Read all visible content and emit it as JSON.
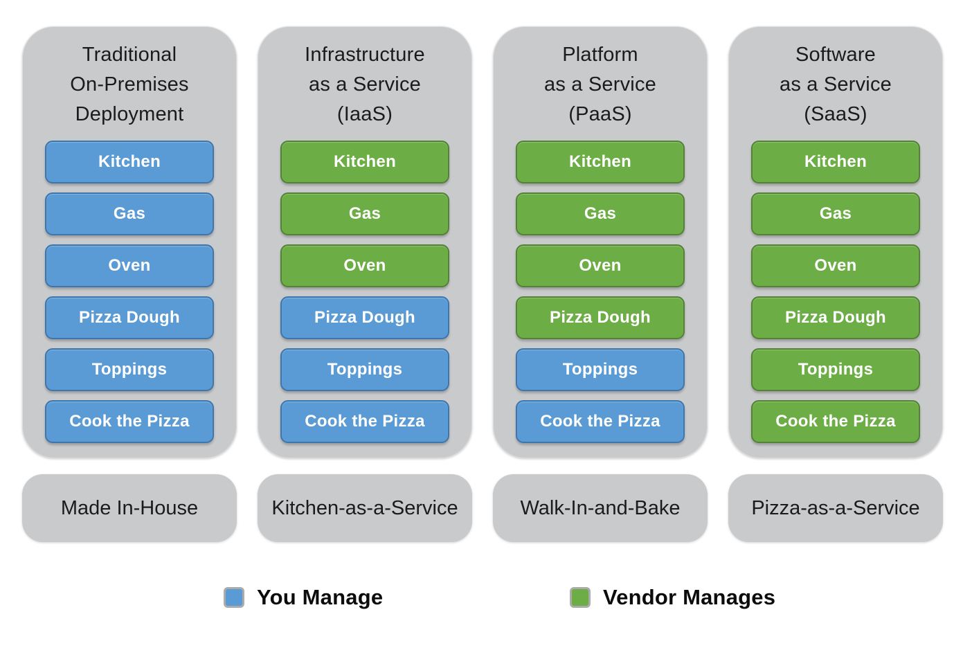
{
  "colors": {
    "you_manage_fill": "#5B9BD5",
    "you_manage_border": "#3D76AD",
    "vendor_fill": "#6CAE45",
    "vendor_border": "#538135",
    "panel_gray": "#C9CACC",
    "ink": "#1B1B1B",
    "item_text": "#FFFFFF"
  },
  "columns": [
    {
      "title": "Traditional\nOn-Premises\nDeployment",
      "footer": "Made In-House",
      "items": [
        {
          "label": "Kitchen",
          "owner": "you"
        },
        {
          "label": "Gas",
          "owner": "you"
        },
        {
          "label": "Oven",
          "owner": "you"
        },
        {
          "label": "Pizza Dough",
          "owner": "you"
        },
        {
          "label": "Toppings",
          "owner": "you"
        },
        {
          "label": "Cook the Pizza",
          "owner": "you"
        }
      ]
    },
    {
      "title": "Infrastructure\nas a Service\n(IaaS)",
      "footer": "Kitchen-as-a-Service",
      "items": [
        {
          "label": "Kitchen",
          "owner": "vendor"
        },
        {
          "label": "Gas",
          "owner": "vendor"
        },
        {
          "label": "Oven",
          "owner": "vendor"
        },
        {
          "label": "Pizza Dough",
          "owner": "you"
        },
        {
          "label": "Toppings",
          "owner": "you"
        },
        {
          "label": "Cook the Pizza",
          "owner": "you"
        }
      ]
    },
    {
      "title": "Platform\nas a Service\n(PaaS)",
      "footer": "Walk-In-and-Bake",
      "items": [
        {
          "label": "Kitchen",
          "owner": "vendor"
        },
        {
          "label": "Gas",
          "owner": "vendor"
        },
        {
          "label": "Oven",
          "owner": "vendor"
        },
        {
          "label": "Pizza Dough",
          "owner": "vendor"
        },
        {
          "label": "Toppings",
          "owner": "you"
        },
        {
          "label": "Cook the Pizza",
          "owner": "you"
        }
      ]
    },
    {
      "title": "Software\nas a Service\n(SaaS)",
      "footer": "Pizza-as-a-Service",
      "items": [
        {
          "label": "Kitchen",
          "owner": "vendor"
        },
        {
          "label": "Gas",
          "owner": "vendor"
        },
        {
          "label": "Oven",
          "owner": "vendor"
        },
        {
          "label": "Pizza Dough",
          "owner": "vendor"
        },
        {
          "label": "Toppings",
          "owner": "vendor"
        },
        {
          "label": "Cook the Pizza",
          "owner": "vendor"
        }
      ]
    }
  ],
  "legend": [
    {
      "label": "You Manage",
      "owner": "you"
    },
    {
      "label": "Vendor Manages",
      "owner": "vendor"
    }
  ]
}
